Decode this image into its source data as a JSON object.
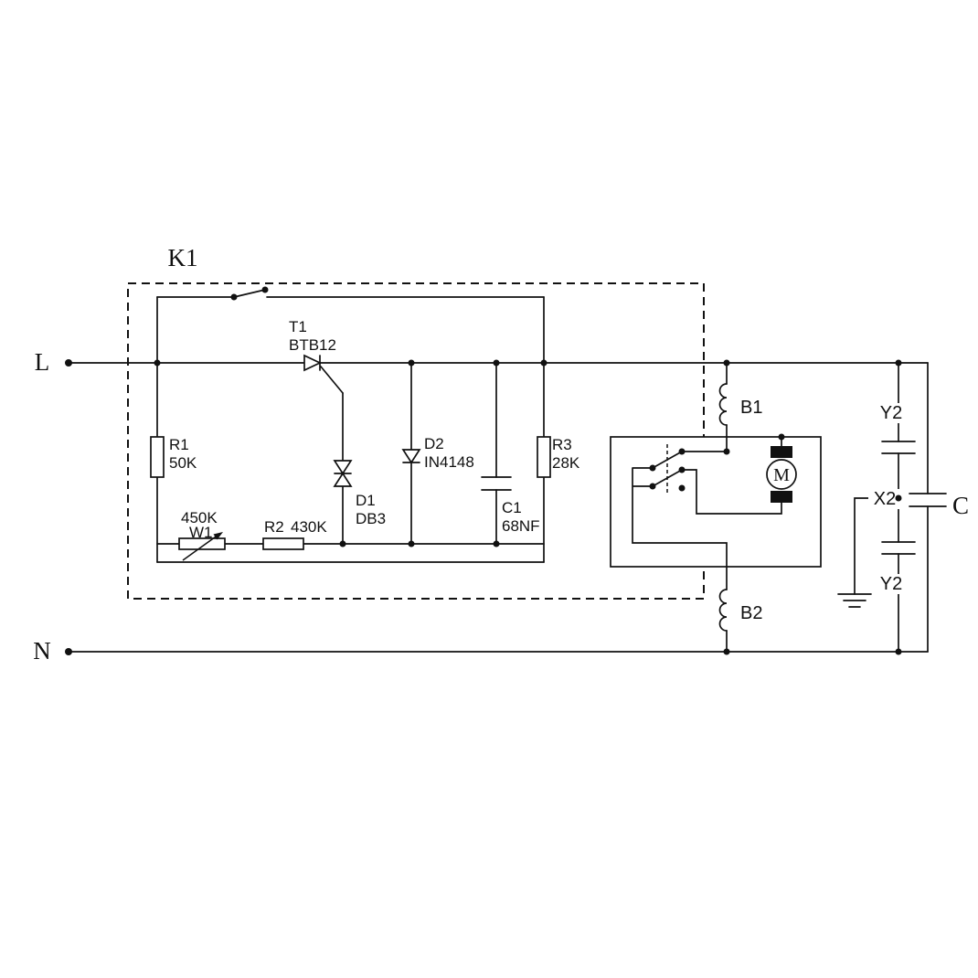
{
  "page": {
    "background": "#ffffff",
    "line_color": "#111111",
    "description": "Motor speed controller (dimmer) schematic with triac module K1, interference filter and motor"
  },
  "labels": {
    "live_rail": "L",
    "neutral_rail": "N",
    "module": "K1",
    "triac_ref": "T1",
    "triac_value": "BTB12",
    "r1_ref": "R1",
    "r1_value": "50K",
    "pot_value": "450K",
    "pot_ref": "W1",
    "r2_ref": "R2",
    "r2_value": "430K",
    "diac_ref": "D1",
    "diac_value": "DB3",
    "d2_ref": "D2",
    "d2_value": "IN4148",
    "c1_ref": "C1",
    "c1_value": "68NF",
    "r3_ref": "R3",
    "r3_value": "28K",
    "b1_ref": "B1",
    "b2_ref": "B2",
    "motor": "M",
    "y2_top": "Y2",
    "x2": "X2",
    "y2_bottom": "Y2",
    "cap_bank": "C"
  }
}
